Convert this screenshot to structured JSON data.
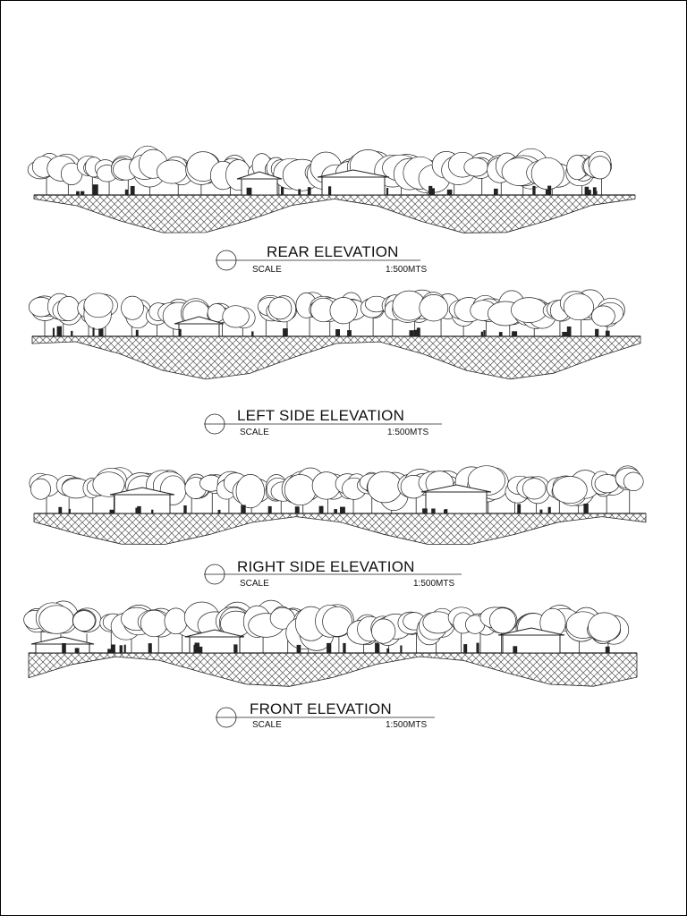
{
  "elevations": [
    {
      "title": "REAR ELEVATION",
      "scale_label": "SCALE",
      "scale_value": "1:500MTS"
    },
    {
      "title": "LEFT SIDE ELEVATION",
      "scale_label": "SCALE",
      "scale_value": "1:500MTS"
    },
    {
      "title": "RIGHT SIDE  ELEVATION",
      "scale_label": "SCALE",
      "scale_value": "1:500MTS"
    },
    {
      "title": "FRONT ELEVATION",
      "scale_label": "SCALE",
      "scale_value": "1:500MTS"
    }
  ],
  "colors": {
    "line": "#222222",
    "background": "#ffffff"
  }
}
